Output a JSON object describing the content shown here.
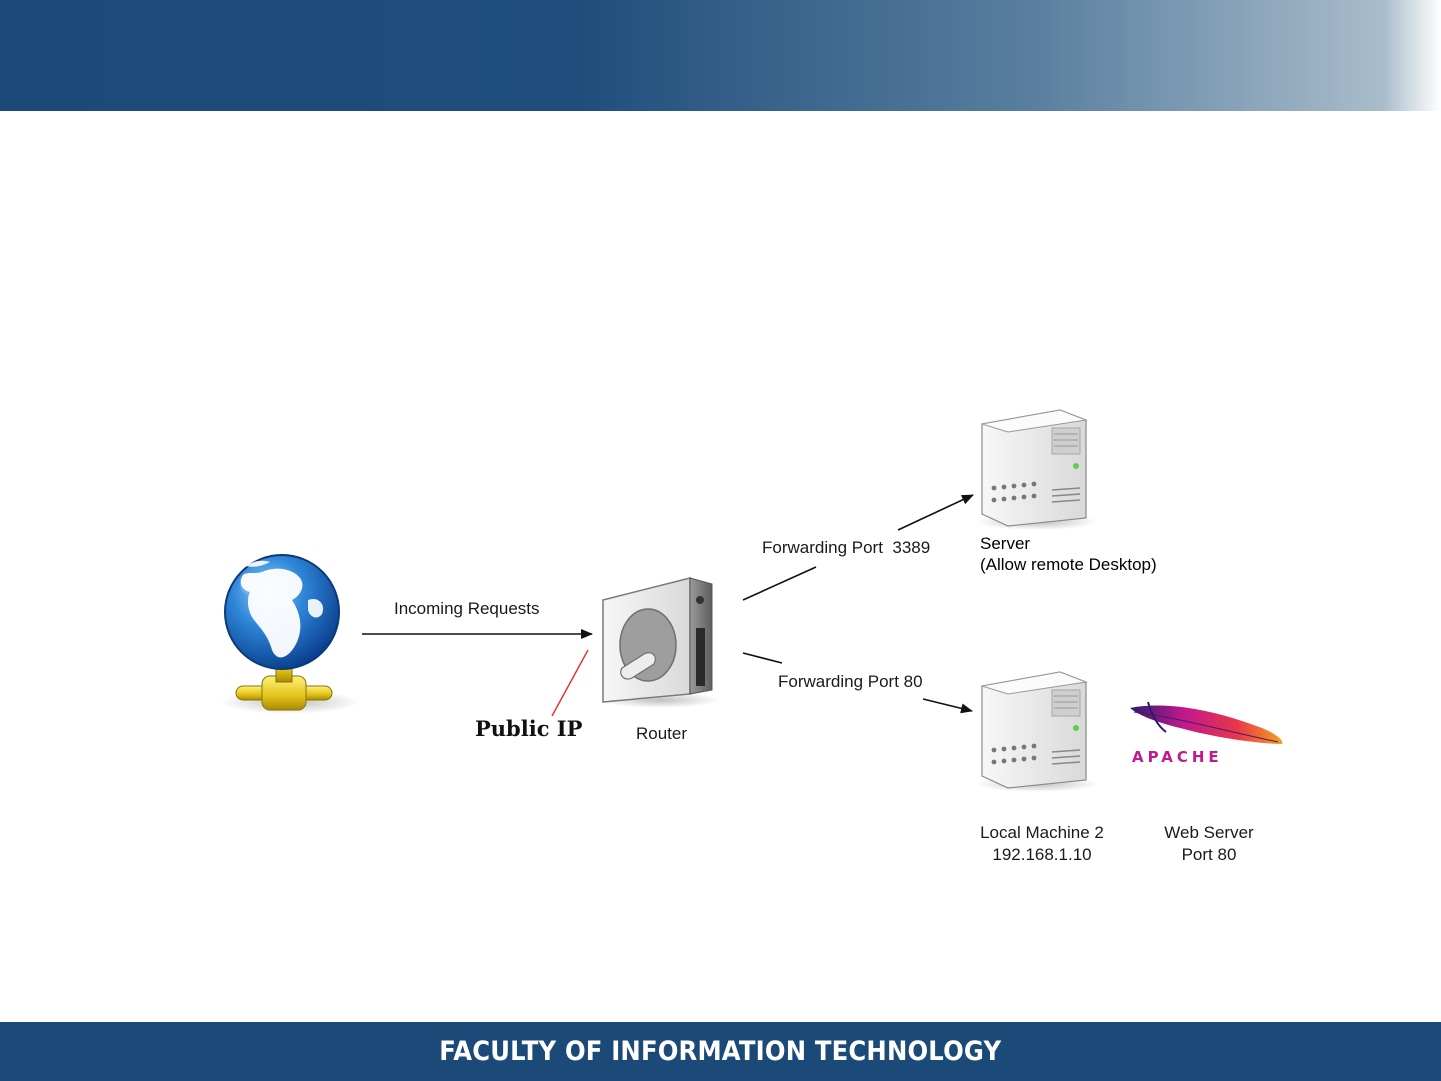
{
  "footer": {
    "title": "FACULTY OF INFORMATION TECHNOLOGY"
  },
  "diagram": {
    "internet": {
      "icon": "globe-network-icon"
    },
    "incoming_label": "Incoming Requests",
    "public_ip_label": "Public IP",
    "router": {
      "icon": "router-icon",
      "label": "Router"
    },
    "forward_top_label": "Forwarding Port  3389",
    "forward_bottom_label": "Forwarding Port 80",
    "server": {
      "icon": "server-icon",
      "line1": "Server",
      "line2": "(Allow remote Desktop)"
    },
    "local_machine": {
      "icon": "server-icon",
      "line1": "Local Machine 2",
      "line2": "192.168.1.10"
    },
    "web_server": {
      "logo_text": "APACHE",
      "line1": "Web Server",
      "line2": "Port 80"
    },
    "colors": {
      "header": "#1c4a78",
      "footer": "#1c4a78",
      "public_ip_line": "#e0302a"
    }
  }
}
